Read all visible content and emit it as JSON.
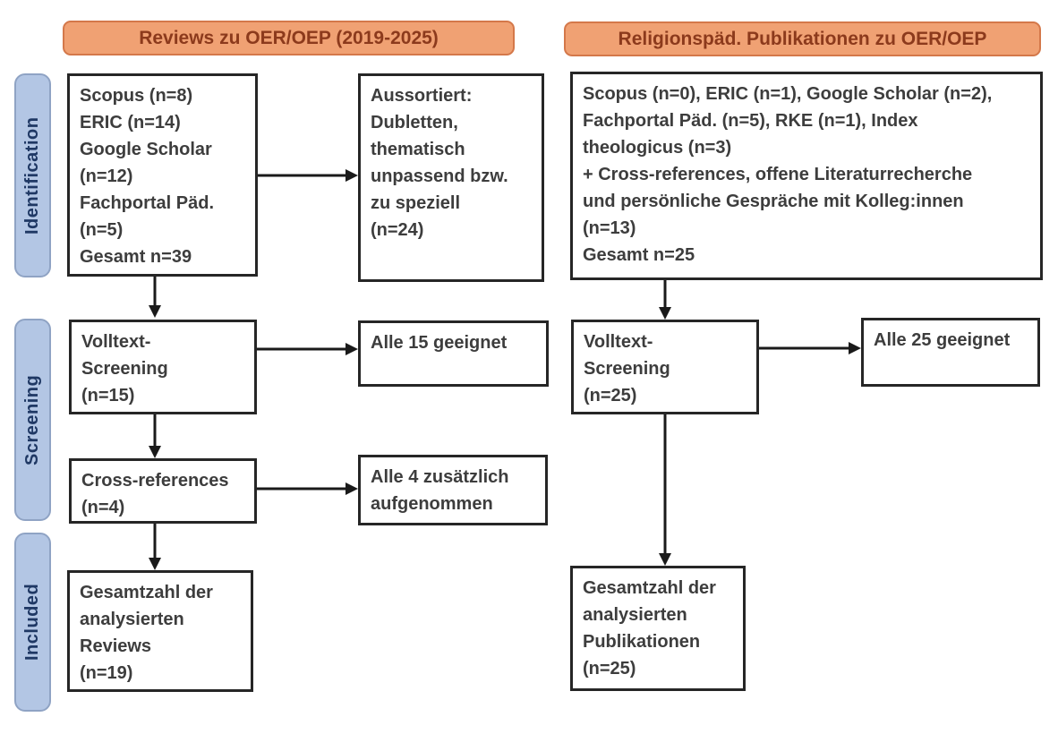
{
  "headers": {
    "left": "Reviews zu OER/OEP (2019-2025)",
    "right": "Religionspäd. Publikationen zu OER/OEP"
  },
  "stages": {
    "identification": "Identification",
    "screening": "Screening",
    "included": "Included"
  },
  "left_flow": {
    "sources": "Scopus (n=8)\nERIC (n=14)\nGoogle Scholar\n(n=12)\nFachportal Päd.\n(n=5)\nGesamt n=39",
    "excluded": "Aussortiert:\nDubletten,\nthematisch\nunpassend bzw.\nzu speziell\n(n=24)",
    "fulltext": "Volltext-\nScreening\n(n=15)",
    "fulltext_result": "Alle 15 geeignet",
    "crossref": "Cross-references\n(n=4)",
    "crossref_result": "Alle 4 zusätzlich\naufgenommen",
    "included_total": "Gesamtzahl der\nanalysierten\nReviews\n(n=19)"
  },
  "right_flow": {
    "sources": "Scopus (n=0), ERIC (n=1), Google Scholar (n=2),\nFachportal Päd. (n=5), RKE (n=1), Index\ntheologicus (n=3)\n+ Cross-references, offene Literaturrecherche\nund persönliche Gespräche mit Kolleg:innen\n(n=13)\nGesamt n=25",
    "fulltext": "Volltext-\nScreening\n(n=25)",
    "fulltext_result": "Alle 25 geeignet",
    "included_total": "Gesamtzahl der\nanalysierten\nPublikationen\n(n=25)"
  },
  "colors": {
    "header_fill": "#F0A173",
    "header_border": "#D4784A",
    "header_text": "#8C3A1C",
    "stage_fill": "#B3C6E4",
    "stage_border": "#8FA3C4",
    "stage_text": "#1F3864",
    "box_border": "#262626",
    "box_text": "#3D3D3D",
    "arrow": "#1A1A1A"
  }
}
